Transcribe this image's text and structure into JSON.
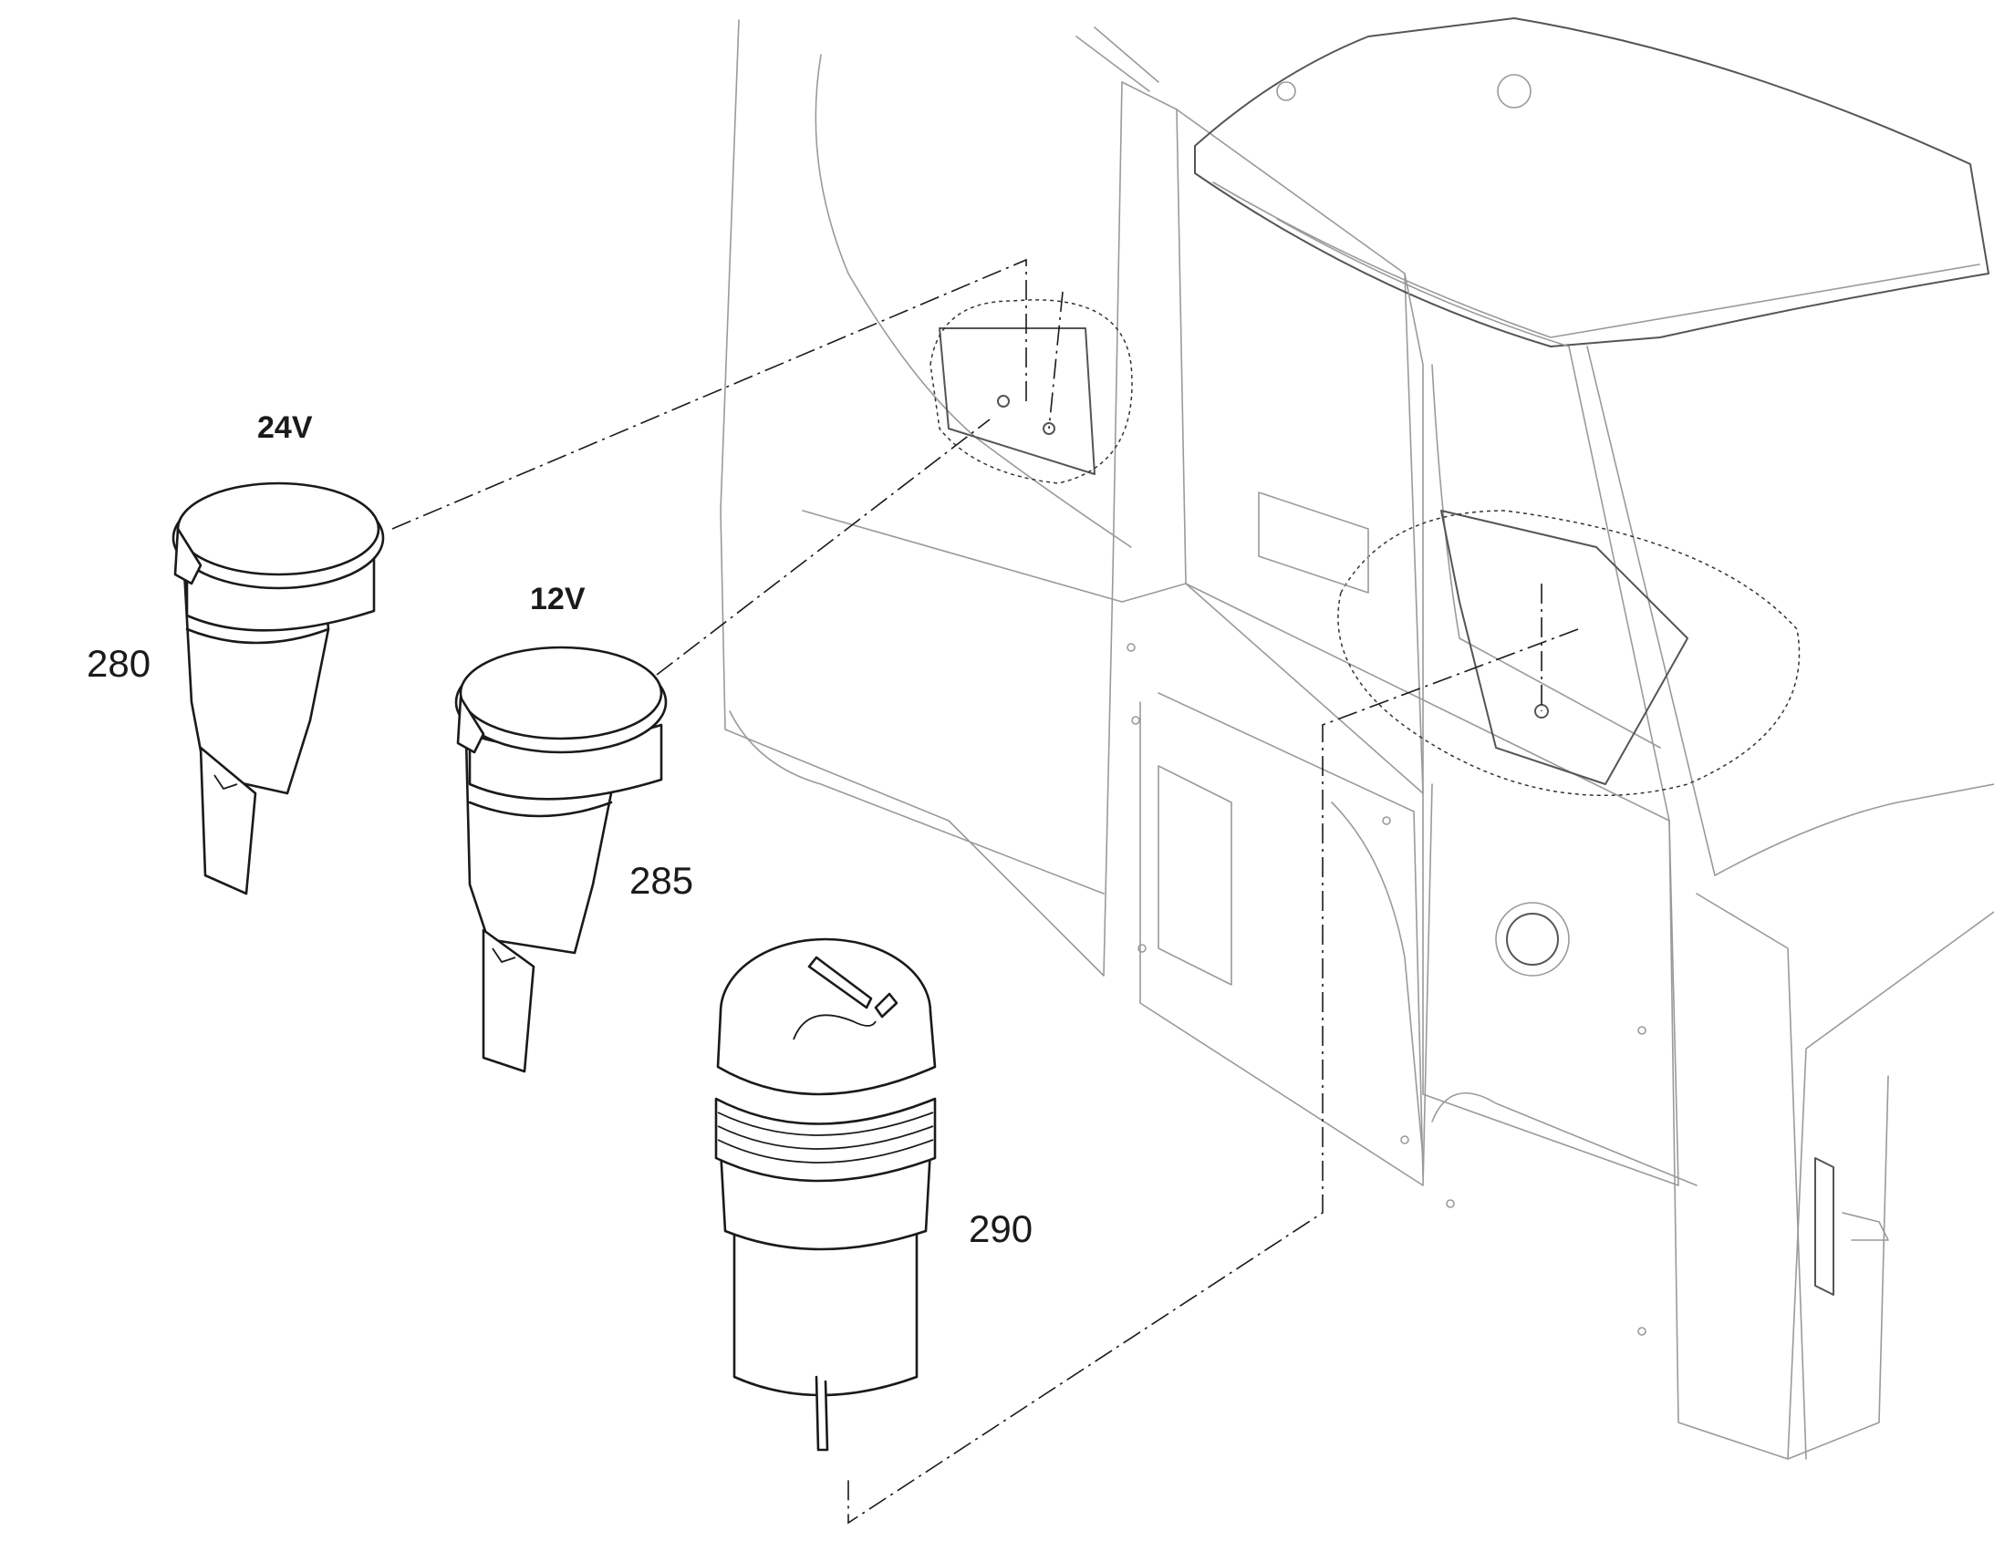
{
  "labels": {
    "p280": {
      "number": "280",
      "voltage": "24V"
    },
    "p285": {
      "number": "285",
      "voltage": "12V"
    },
    "p290": {
      "number": "290"
    }
  }
}
